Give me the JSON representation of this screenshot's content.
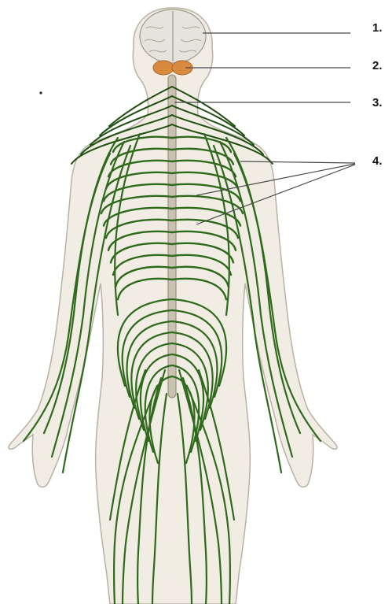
{
  "labels": [
    {
      "id": "label-1",
      "text": "1."
    },
    {
      "id": "label-2",
      "text": "2."
    },
    {
      "id": "label-3",
      "text": "3."
    },
    {
      "id": "label-4",
      "text": "4."
    }
  ],
  "colors": {
    "background": "#ffffff",
    "body_fill": "#f1ede4",
    "body_outline": "#b9b2a4",
    "nerve": "#2f6a1c",
    "nerve_dark": "#1f4f12",
    "spinal_cord": "#c9c2b0",
    "brain": "#e6e3dc",
    "cerebellum": "#d98a3f",
    "leader_line": "#4a4a4a"
  },
  "icons": [
    "brain-icon",
    "cerebellum-icon",
    "spinal-cord-icon",
    "nerve-network-icon"
  ]
}
